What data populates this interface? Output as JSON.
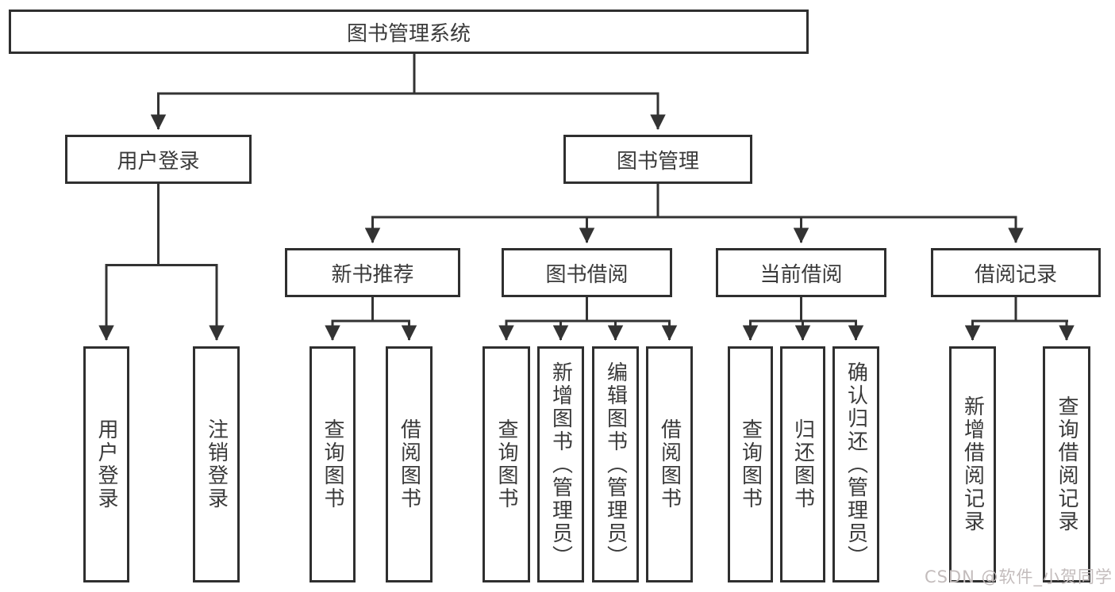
{
  "nodes": {
    "root": {
      "label": "图书管理系统"
    },
    "user_login": {
      "label": "用户登录"
    },
    "book_management": {
      "label": "图书管理"
    },
    "new_book_recommend": {
      "label": "新书推荐"
    },
    "book_borrow": {
      "label": "图书借阅"
    },
    "current_borrow": {
      "label": "当前借阅"
    },
    "borrow_records": {
      "label": "借阅记录"
    },
    "leaf_user_login": {
      "label": "用户登录"
    },
    "leaf_logout": {
      "label": "注销登录"
    },
    "leaf_query_book_1": {
      "label": "查询图书"
    },
    "leaf_borrow_book_1": {
      "label": "借阅图书"
    },
    "leaf_query_book_2": {
      "label": "查询图书"
    },
    "leaf_add_book": {
      "label": "新增图书（管理员）"
    },
    "leaf_edit_book": {
      "label": "编辑图书（管理员）"
    },
    "leaf_borrow_book_2": {
      "label": "借阅图书"
    },
    "leaf_query_book_3": {
      "label": "查询图书"
    },
    "leaf_return_book": {
      "label": "归还图书"
    },
    "leaf_confirm_return": {
      "label": "确认归还（管理员）"
    },
    "leaf_add_record": {
      "label": "新增借阅记录"
    },
    "leaf_query_record": {
      "label": "查询借阅记录"
    }
  },
  "hierarchy": {
    "root": [
      "user_login",
      "book_management"
    ],
    "user_login": [
      "leaf_user_login",
      "leaf_logout"
    ],
    "book_management": [
      "new_book_recommend",
      "book_borrow",
      "current_borrow",
      "borrow_records"
    ],
    "new_book_recommend": [
      "leaf_query_book_1",
      "leaf_borrow_book_1"
    ],
    "book_borrow": [
      "leaf_query_book_2",
      "leaf_add_book",
      "leaf_edit_book",
      "leaf_borrow_book_2"
    ],
    "current_borrow": [
      "leaf_query_book_3",
      "leaf_return_book",
      "leaf_confirm_return"
    ],
    "borrow_records": [
      "leaf_add_record",
      "leaf_query_record"
    ]
  },
  "watermark": {
    "text": "CSDN @软件_小贺同学"
  },
  "colors": {
    "background": "#ffffff",
    "box_border": "#2f2f2f",
    "connector": "#333333",
    "text": "#3a3a3a",
    "watermark": "#c3bcbc"
  }
}
